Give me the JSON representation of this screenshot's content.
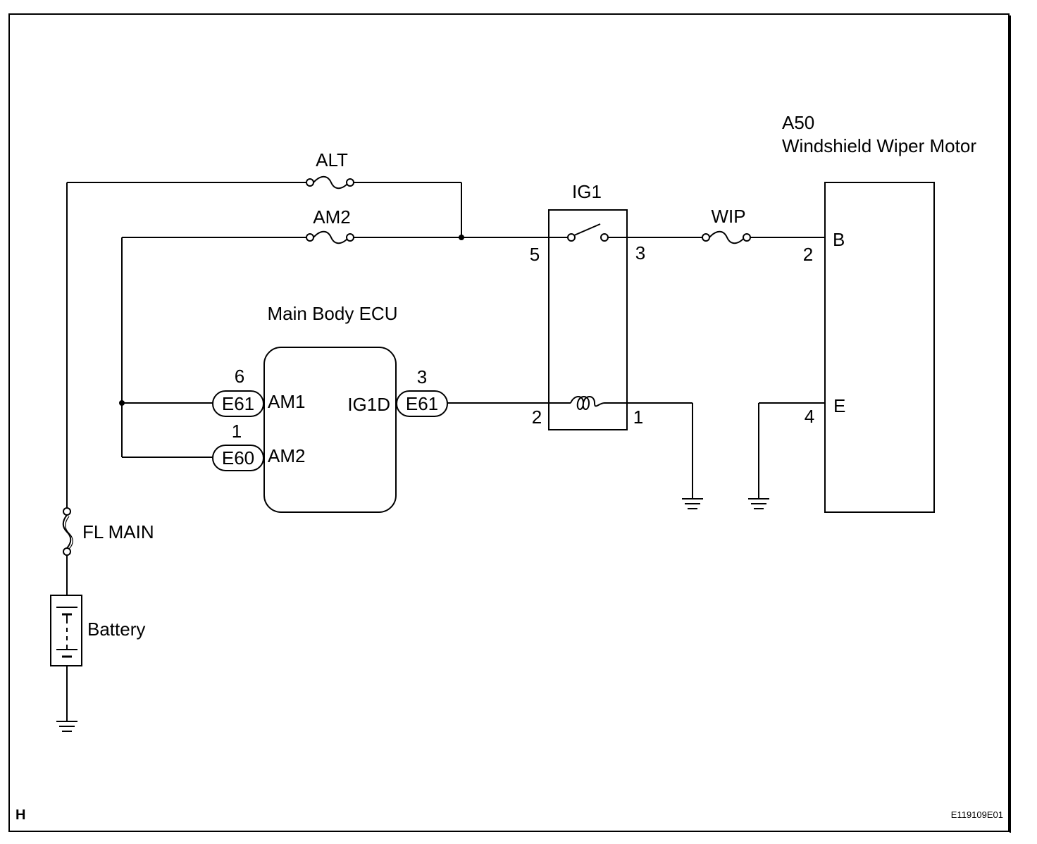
{
  "corner_letter": "H",
  "figure_code": "E119109E01",
  "fuses": {
    "alt": "ALT",
    "am2": "AM2",
    "wip": "WIP",
    "fl_main": "FL MAIN"
  },
  "battery_label": "Battery",
  "ecu": {
    "title": "Main Body ECU",
    "pin_am1": "AM1",
    "pin_am2": "AM2",
    "pin_ig1d": "IG1D"
  },
  "connectors": {
    "am1": {
      "id": "E61",
      "pin": "6"
    },
    "am2": {
      "id": "E60",
      "pin": "1"
    },
    "ig1d": {
      "id": "E61",
      "pin": "3"
    }
  },
  "relay": {
    "name": "IG1",
    "pin_5": "5",
    "pin_3": "3",
    "pin_2": "2",
    "pin_1": "1"
  },
  "motor": {
    "code": "A50",
    "name": "Windshield Wiper Motor",
    "term_b": "B",
    "term_e": "E",
    "pin_2": "2",
    "pin_4": "4"
  }
}
